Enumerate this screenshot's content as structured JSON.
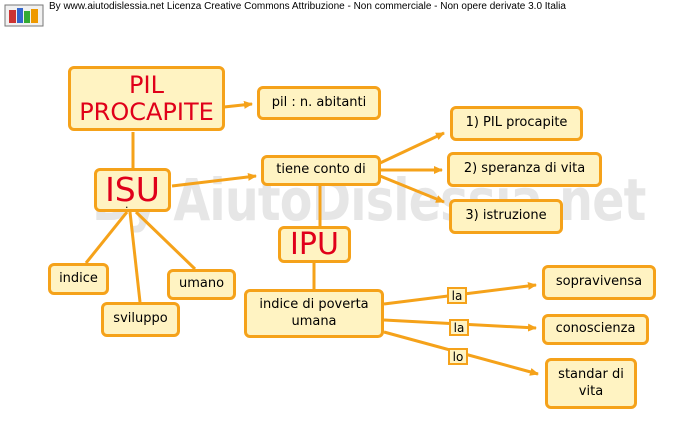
{
  "header": {
    "license_text": "By www.aiutodislessia.net Licenza Creative Commons Attribuzione - Non commerciale - Non opere derivate 3.0 Italia",
    "logo_icon": "books-icon"
  },
  "watermark": "By AiutoDislessia.net",
  "colors": {
    "node_fill": "#fff3c2",
    "node_border": "#f5a21a",
    "title_text": "#e0001a",
    "arrow": "#f5a21a"
  },
  "concepts": {
    "pil_procapite": "PIL\nPROCAPITE",
    "pil_formula": "pil : n. abitanti",
    "isu": "ISU",
    "isu_dot": ".",
    "tiene_conto": "tiene conto di",
    "item1": "1) PIL procapite",
    "item2": "2) speranza di vita",
    "item3": "3) istruzione",
    "ipu": "IPU",
    "indice": "indice",
    "umano": "umano",
    "sviluppo": "sviluppo",
    "indice_poverta": "indice di poverta\numana",
    "sopravivensa": "sopravivensa",
    "conoscienza": "conoscienza",
    "standar": "standar di\nvita"
  },
  "link_labels": {
    "la1": "la",
    "la2": "la",
    "lo": "lo"
  }
}
